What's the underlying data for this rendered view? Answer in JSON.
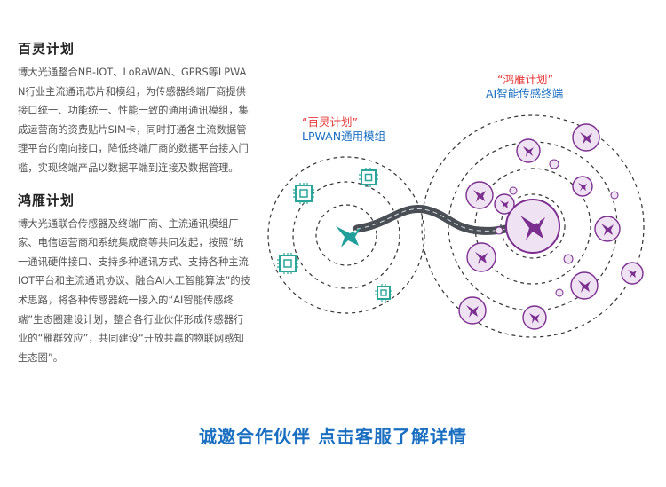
{
  "sections": [
    {
      "title": "百灵计划",
      "body": "博大光通整合NB-IOT、LoRaWAN、GPRS等LPWAN行业主流通讯芯片和模组，为传感器终端厂商提供接口统一、功能统一、性能一致的通用通讯模组，集成运营商的资费贴片SIM卡，同时打通各主流数据管理平台的南向接口，降低终端厂商的数据平台接入门槛，实现终端产品以数据平端到连接及数据管理。"
    },
    {
      "title": "鸿雁计划",
      "body": "博大光通联合传感器及终端厂商、主流通讯模组厂家、电信运营商和系统集成商等共同发起，按照“统一通讯硬件接口、支持多种通讯方式、支持各种主流IOT平台和主流通讯协议、融合AI人工智能算法”的技术思路，将各种传感器统一接入的“AI智能传感终端”生态圈建设计划，整合各行业伙伴形成传感器行业的“雁群效应”，共同建设“开放共赢的物联网感知生态圈”。"
    }
  ],
  "diagram": {
    "left_label_line1": "“百灵计划”",
    "left_label_line2": "LPWAN通用模组",
    "right_label_line1": "“鸿雁计划”",
    "right_label_line2": "AI智能传感终端",
    "colors": {
      "red": "#e53a3a",
      "blue": "#1a6fc1",
      "teal": "#1f9e9a",
      "purple": "#7b2f8f",
      "chip": "#2aa59a"
    },
    "icons": [
      "chip-icon",
      "bird-icon",
      "road-icon"
    ]
  },
  "cta": {
    "text": "诚邀合作伙伴 点击客服了解详情"
  }
}
